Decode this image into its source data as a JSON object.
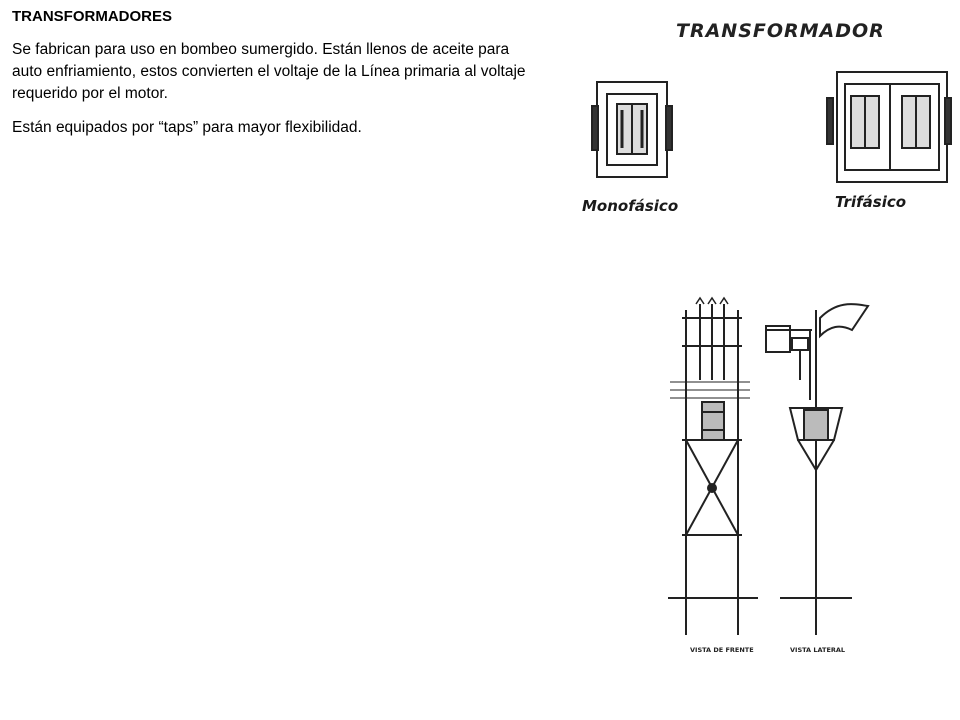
{
  "slide": {
    "title": "TRANSFORMADORES",
    "paragraphs": [
      "Se fabrican para uso en bombeo sumergido. Están llenos de aceite para auto enfriamiento, estos convierten el voltaje de la Línea primaria al voltaje requerido por el motor.",
      "Están equipados por “taps” para mayor flexibilidad."
    ]
  },
  "figure_top": {
    "title": "TRANSFORMADOR",
    "captions": [
      "Monofásico",
      "Trifásico"
    ]
  },
  "figure_bottom": {
    "captions": [
      "VISTA DE FRENTE",
      "VISTA LATERAL"
    ]
  }
}
